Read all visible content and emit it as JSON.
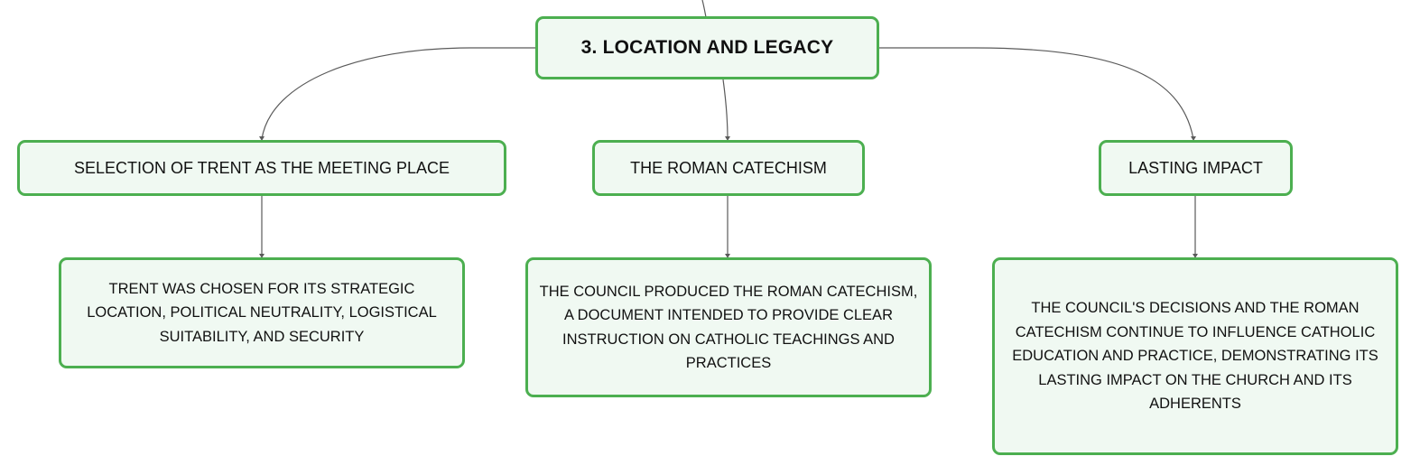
{
  "root": {
    "label": "3. LOCATION AND LEGACY"
  },
  "branches": [
    {
      "title": "SELECTION OF TRENT AS THE MEETING PLACE",
      "detail": "TRENT WAS CHOSEN FOR ITS STRATEGIC LOCATION, POLITICAL NEUTRALITY, LOGISTICAL SUITABILITY, AND SECURITY"
    },
    {
      "title": "THE ROMAN CATECHISM",
      "detail": "THE COUNCIL PRODUCED THE ROMAN CATECHISM, A DOCUMENT INTENDED TO PROVIDE CLEAR INSTRUCTION ON CATHOLIC TEACHINGS AND PRACTICES"
    },
    {
      "title": "LASTING IMPACT",
      "detail": "THE COUNCIL'S DECISIONS AND THE ROMAN CATECHISM CONTINUE TO INFLUENCE CATHOLIC EDUCATION AND PRACTICE, DEMONSTRATING ITS LASTING IMPACT ON THE CHURCH AND ITS ADHERENTS"
    }
  ],
  "colors": {
    "border": "#4caf50",
    "fill": "#f0f9f2",
    "connector": "#555555"
  }
}
